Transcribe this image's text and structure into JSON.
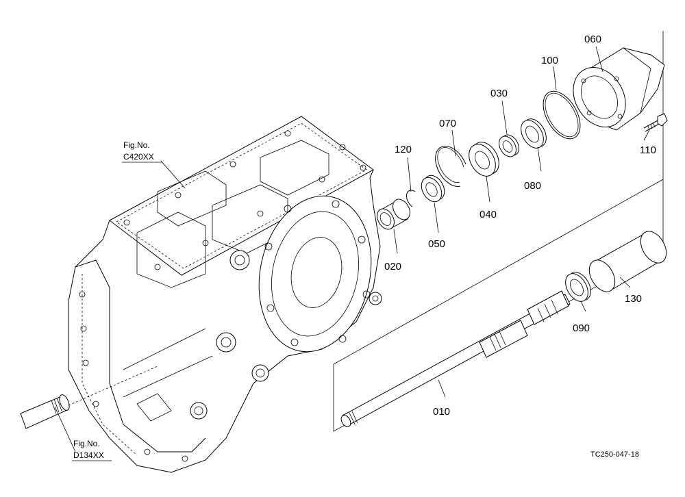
{
  "parts": {
    "p010": "010",
    "p020": "020",
    "p030": "030",
    "p040": "040",
    "p050": "050",
    "p060": "060",
    "p070": "070",
    "p080": "080",
    "p090": "090",
    "p100": "100",
    "p110": "110",
    "p120": "120",
    "p130": "130"
  },
  "references": {
    "upper": {
      "label": "Fig.No.",
      "code": "C420XX"
    },
    "lower": {
      "label": "Fig.No.",
      "code": "D134XX"
    }
  },
  "drawing_code": "TC250-047-18"
}
